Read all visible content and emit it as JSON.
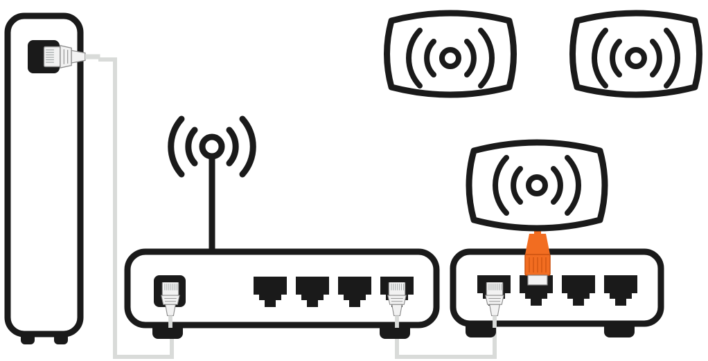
{
  "diagram": {
    "colors": {
      "outline": "#1a1a1a",
      "background": "#ffffff",
      "cable": "#d9dbd9",
      "connector_white": "#f2f2f2",
      "connector_orange": "#f26d21",
      "port": "#1a1a1a"
    },
    "devices": [
      {
        "name": "modem",
        "icon": "modem-icon"
      },
      {
        "name": "router",
        "icon": "router-icon"
      },
      {
        "name": "switch",
        "icon": "switch-icon"
      },
      {
        "name": "access-point-top-left",
        "icon": "wireless-signal-icon"
      },
      {
        "name": "access-point-top-right",
        "icon": "wireless-signal-icon"
      },
      {
        "name": "access-point-on-switch",
        "icon": "wireless-signal-icon"
      }
    ],
    "cables": [
      {
        "from": "modem",
        "to": "router",
        "color": "white"
      },
      {
        "from": "router",
        "to": "switch",
        "color": "white"
      },
      {
        "from": "switch",
        "to": "access-point-on-switch",
        "color": "orange"
      }
    ]
  }
}
